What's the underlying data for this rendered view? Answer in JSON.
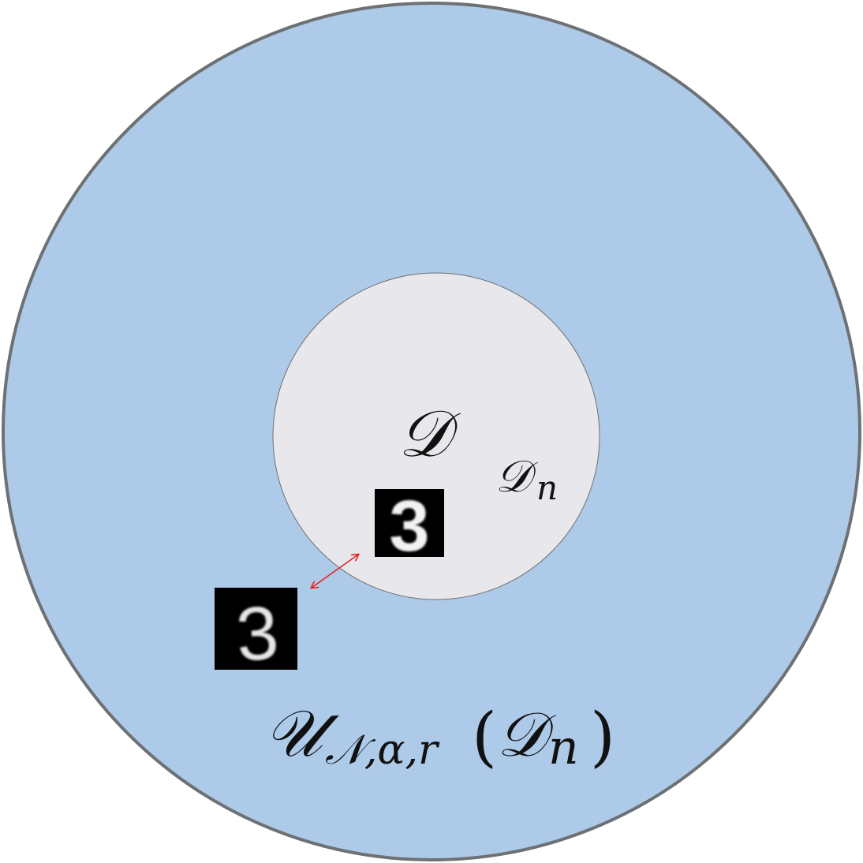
{
  "diagram": {
    "outer_region": {
      "label_main": "𝒰",
      "label_subscript": "𝒩,α,r",
      "label_open": "(",
      "label_arg_main": "𝒟",
      "label_arg_sub": "n",
      "label_close": ")",
      "fill_color": "#ADCAE9",
      "stroke_color": "#6E7173"
    },
    "inner_region": {
      "fill_color": "#E8E8EC",
      "stroke_color": "#707070",
      "distribution_label": "𝒟",
      "dataset_label_main": "𝒟",
      "dataset_label_sub": "n"
    },
    "samples": {
      "in_distribution_digit": "3",
      "perturbed_digit": "3"
    },
    "distance_arrow": {
      "color": "#E8201E"
    }
  }
}
